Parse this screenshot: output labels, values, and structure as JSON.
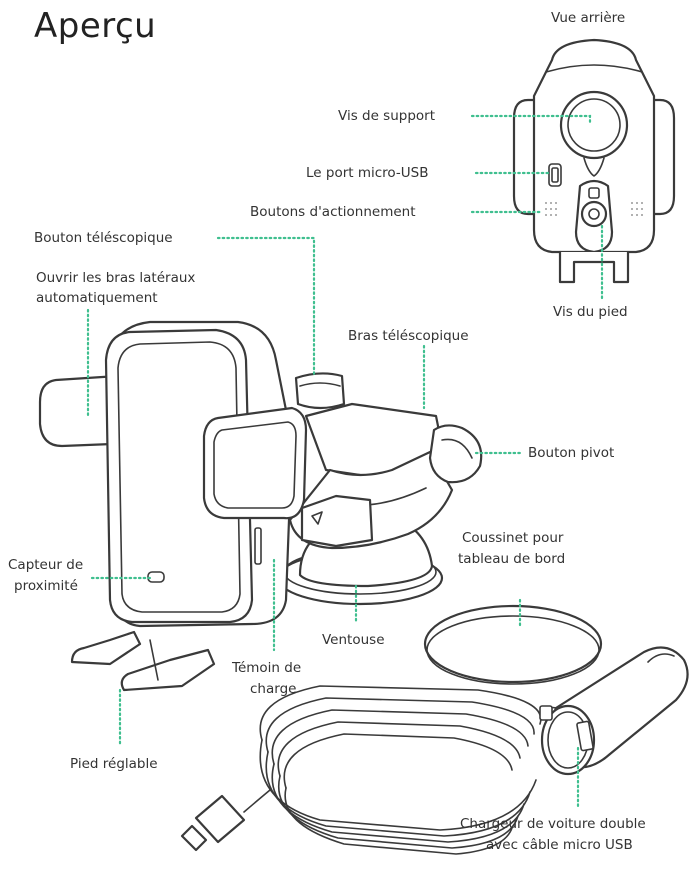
{
  "page": {
    "title": "Aperçu",
    "rear_view_title": "Vue arrière"
  },
  "labels": {
    "vis_support": "Vis de support",
    "port_micro_usb": "Le port micro-USB",
    "boutons_actionnement": "Boutons d'actionnement",
    "vis_pied": "Vis du pied",
    "bouton_telescopique": "Bouton téléscopique",
    "ouvrir_bras_l1": "Ouvrir les bras latéraux",
    "ouvrir_bras_l2": "automatiquement",
    "bras_telescopique": "Bras téléscopique",
    "bouton_pivot": "Bouton pivot",
    "capteur_l1": "Capteur de",
    "capteur_l2": "proximité",
    "coussinet_l1": "Coussinet pour",
    "coussinet_l2": "tableau de bord",
    "ventouse": "Ventouse",
    "temoin_l1": "Témoin de",
    "temoin_l2": "charge",
    "pied_reglable": "Pied réglable",
    "chargeur_l1": "Chargeur de voiture double",
    "chargeur_l2": "avec câble micro USB"
  },
  "colors": {
    "leader_line": "#3fbf8f",
    "outline": "#3a3a3a",
    "text": "#333333"
  }
}
